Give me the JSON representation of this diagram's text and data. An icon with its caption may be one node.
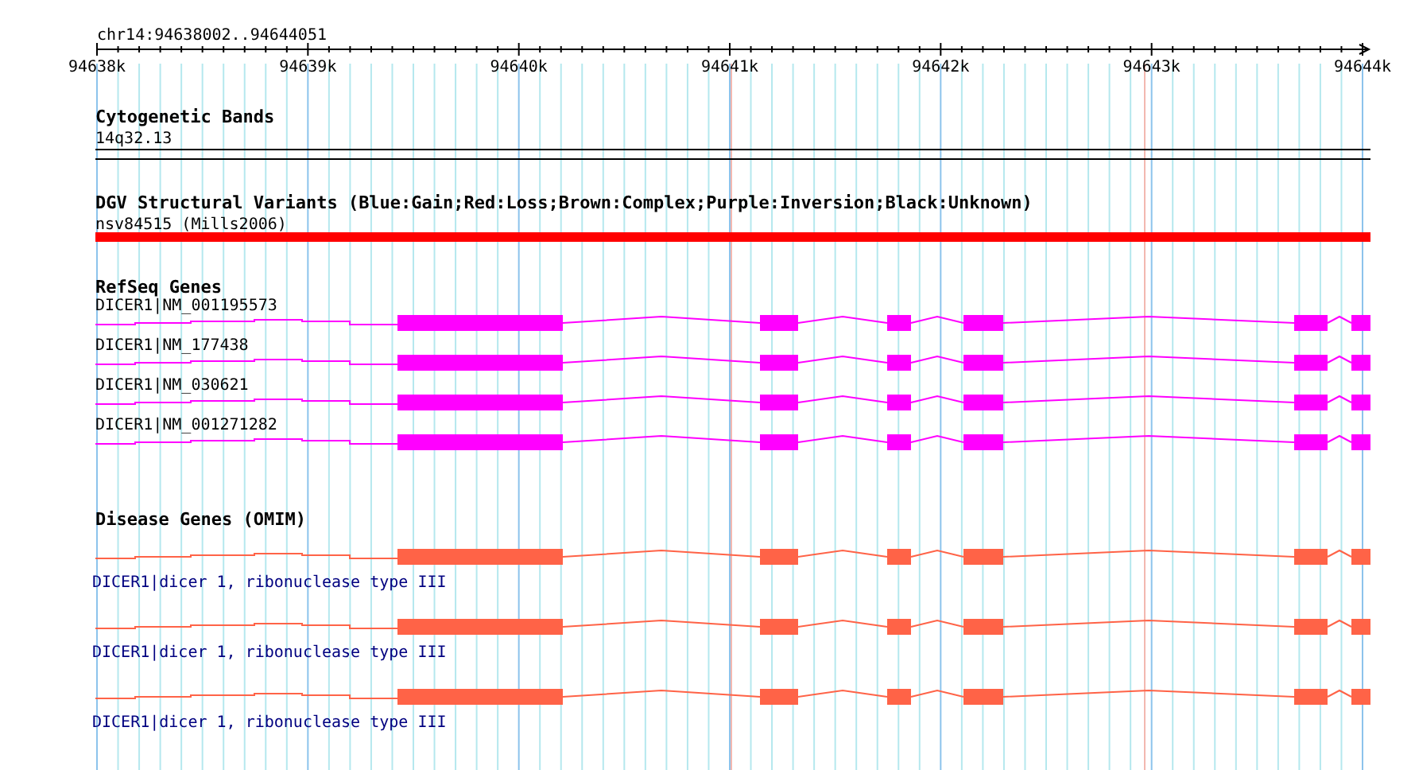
{
  "diagram": {
    "labels": [
      "chr14:94638002..94644051",
      "94638k",
      "94639k",
      "94640k",
      "94641k",
      "94642k",
      "94643k",
      "94644k",
      "Cytogenetic Bands",
      "14q32.13",
      "DGV Structural Variants (Blue:Gain;Red:Loss;Brown:Complex;Purple:Inversion;Black:Unknown)",
      "nsv84515 (Mills2006)",
      "RefSeq Genes",
      "DICER1|NM_001195573",
      "DICER1|NM_177438",
      "DICER1|NM_030621",
      "DICER1|NM_001271282",
      "Disease Genes (OMIM)",
      "DICER1|dicer 1, ribonuclease type III",
      "DICER1|dicer 1, ribonuclease type III",
      "DICER1|dicer 1, ribonuclease type III"
    ]
  }
}
